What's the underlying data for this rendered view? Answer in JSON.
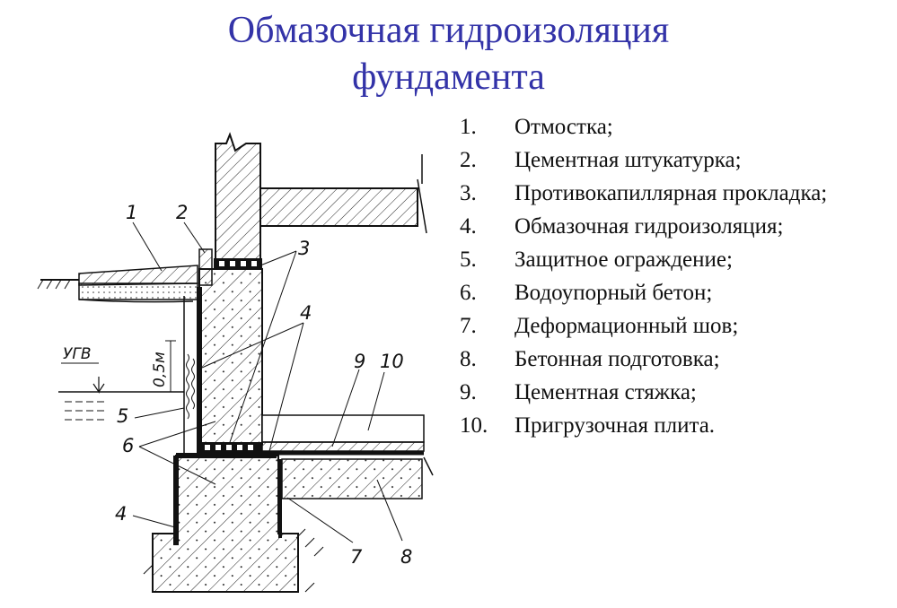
{
  "title": {
    "line1": "Обмазочная гидроизоляция",
    "line2": "фундамента"
  },
  "legend": {
    "items": [
      {
        "num": "1.",
        "text": "Отмостка;"
      },
      {
        "num": "2.",
        "text": "Цементная штукатурка;"
      },
      {
        "num": "3.",
        "text": "Противокапиллярная прокладка;"
      },
      {
        "num": "4.",
        "text": "Обмазочная гидроизоляция;"
      },
      {
        "num": "5.",
        "text": "Защитное ограждение;"
      },
      {
        "num": "6.",
        "text": "Водоупорный бетон;"
      },
      {
        "num": "7.",
        "text": "Деформационный шов;"
      },
      {
        "num": "8.",
        "text": "Бетонная подготовка;"
      },
      {
        "num": "9.",
        "text": "Цементная стяжка;"
      },
      {
        "num": "10.",
        "text": "Пригрузочная плита."
      }
    ]
  },
  "diagram": {
    "callouts": {
      "c1": "1",
      "c2": "2",
      "c3": "3",
      "c4a": "4",
      "c4b": "4",
      "c5": "5",
      "c6": "6",
      "c7": "7",
      "c8": "8",
      "c9": "9",
      "c10": "10"
    },
    "ugv_label": "УГВ",
    "dimension_label": "0,5м"
  }
}
